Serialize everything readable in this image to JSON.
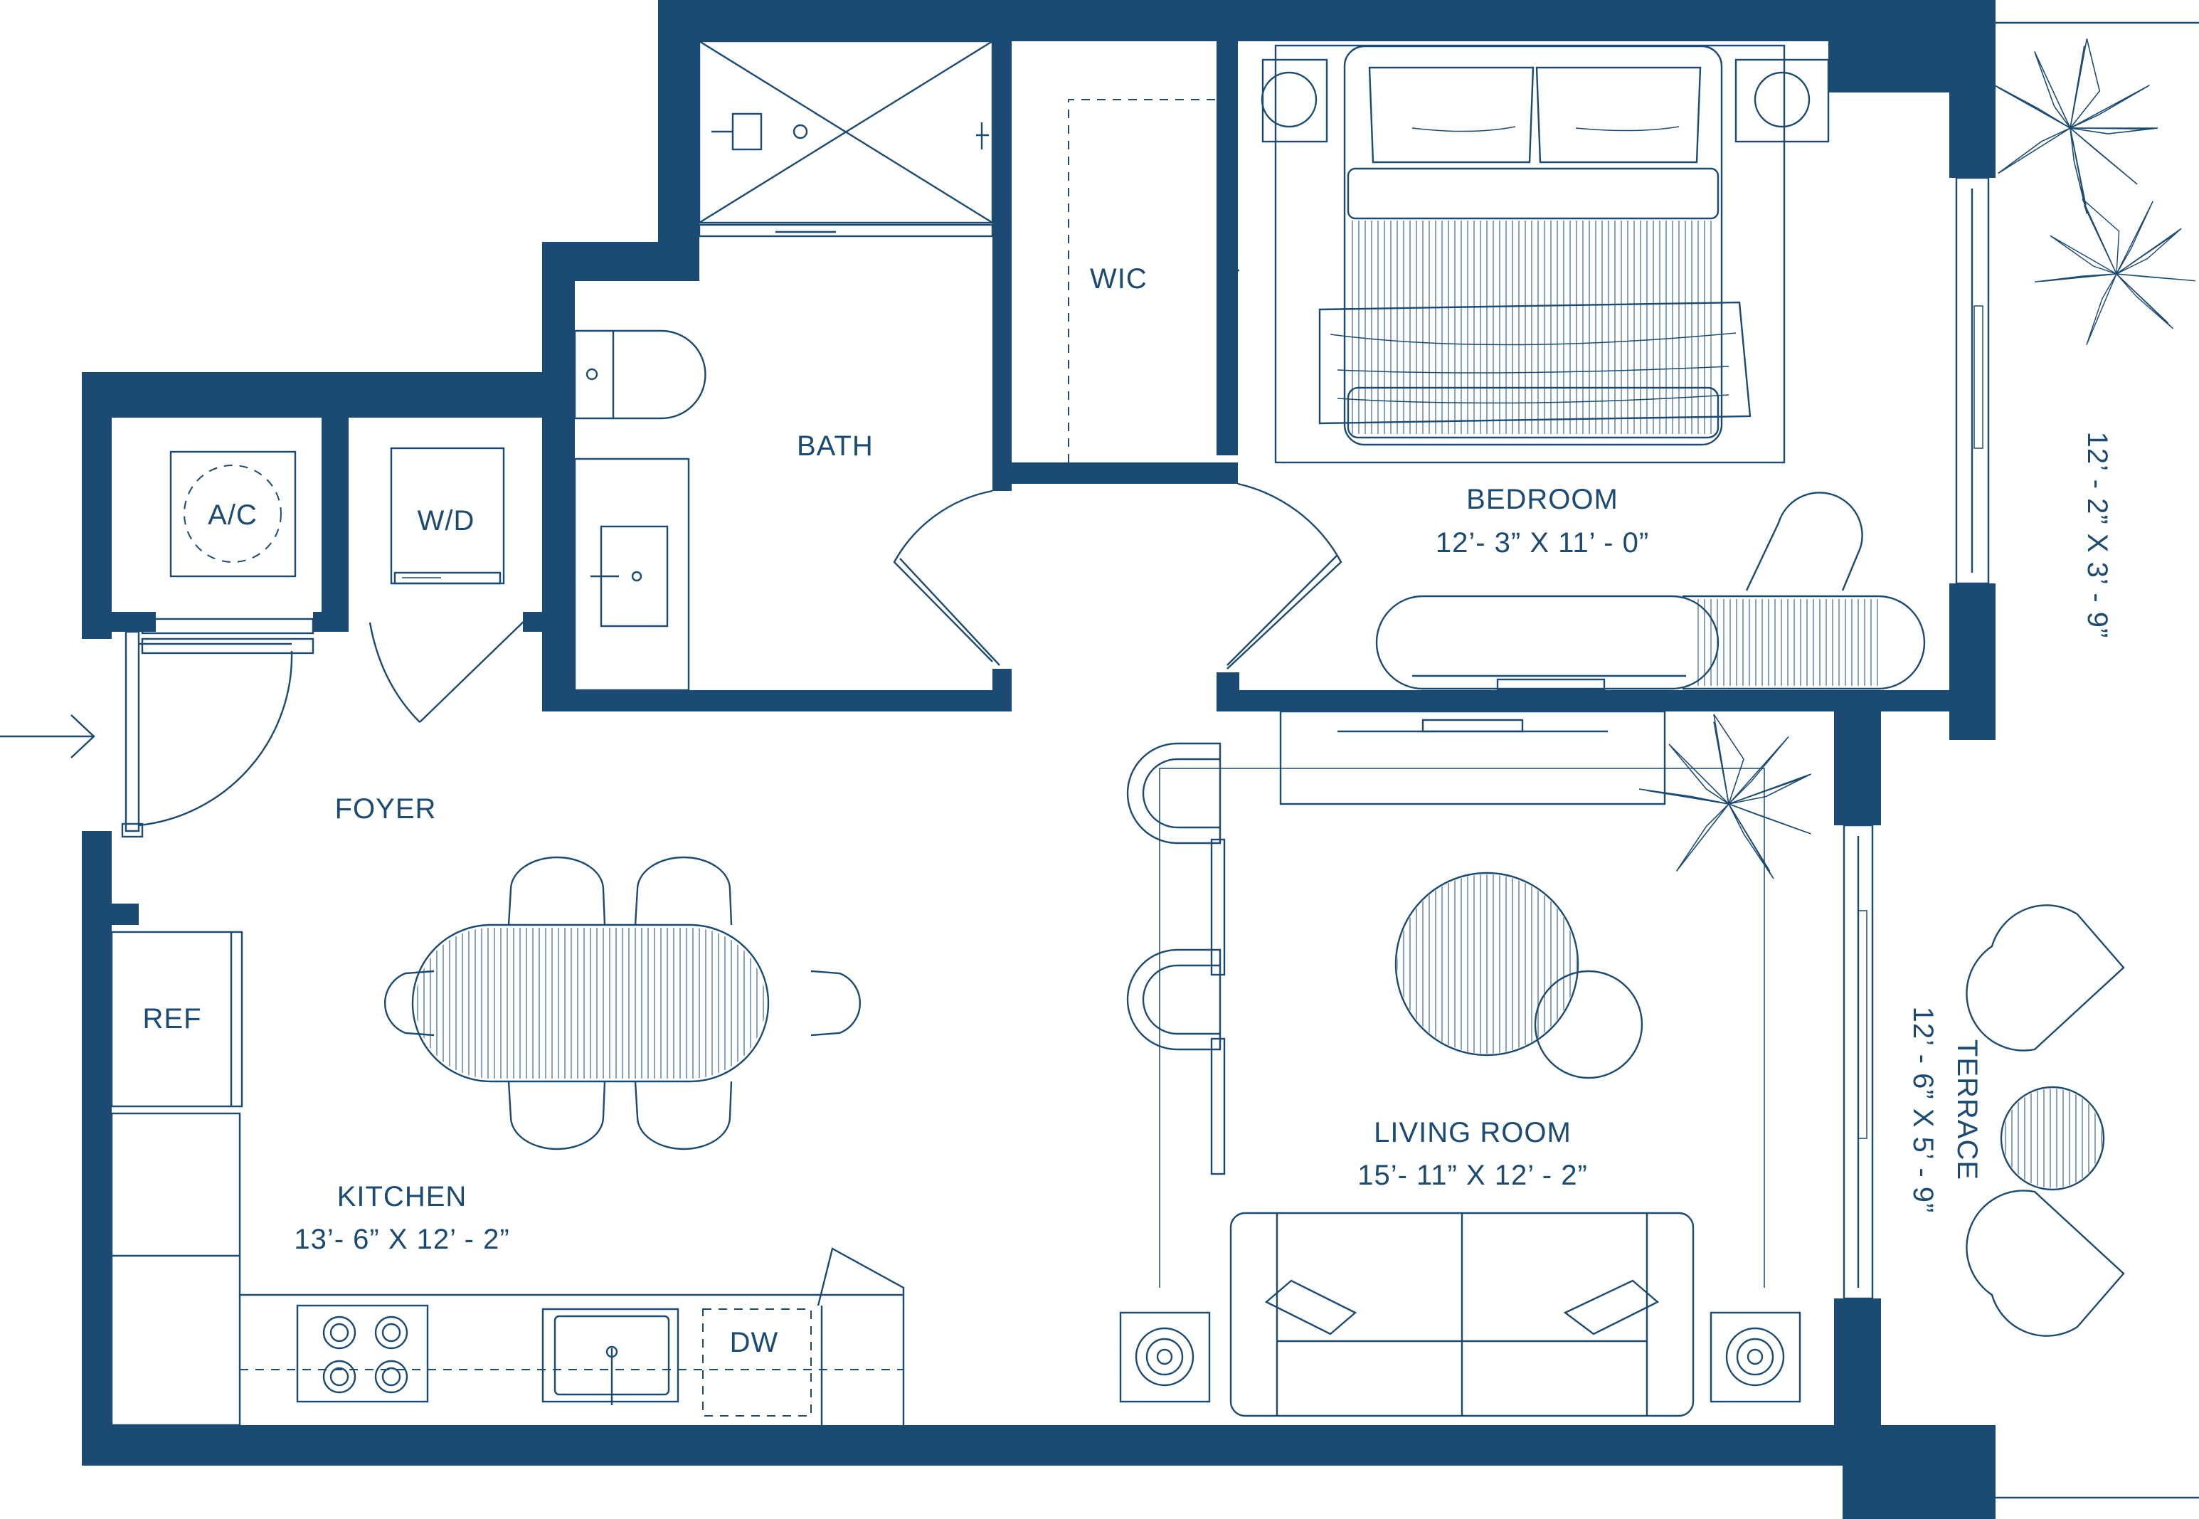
{
  "colors": {
    "wall": "#1b4a72",
    "background": "#ffffff"
  },
  "rooms": {
    "bath": {
      "name": "BATH"
    },
    "wic": {
      "name": "WIC"
    },
    "bedroom": {
      "name": "BEDROOM",
      "dims": "12’- 3” X 11’ - 0”"
    },
    "ac": {
      "name": "A/C"
    },
    "wd": {
      "name": "W/D"
    },
    "foyer": {
      "name": "FOYER"
    },
    "ref": {
      "name": "REF"
    },
    "kitchen": {
      "name": "KITCHEN",
      "dims": "13’- 6” X 12’ - 2”"
    },
    "dw": {
      "name": "DW"
    },
    "living": {
      "name": "LIVING ROOM",
      "dims": "15’- 11” X 12’ - 2”"
    },
    "terrace_upper": {
      "dims": "12’ - 2” X 3’ - 9”"
    },
    "terrace": {
      "name": "TERRACE",
      "dims": "12’ - 6” X 5’ - 9”"
    }
  },
  "icons": [
    "entry-arrow-icon",
    "plant-icon"
  ]
}
